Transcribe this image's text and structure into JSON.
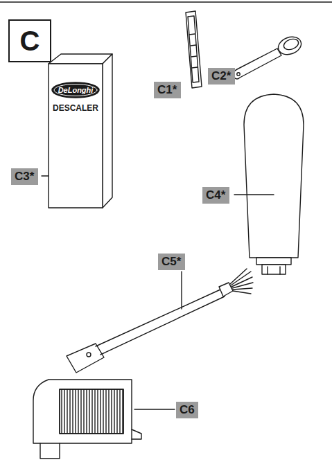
{
  "diagram": {
    "nodes": [
      {
        "text": [
          "C"
        ]
      },
      {
        "text": [
          "C1*"
        ]
      },
      {
        "text": [
          "C2*"
        ]
      },
      {
        "text": [
          "C3*"
        ]
      },
      {
        "text": [
          "C4*"
        ]
      },
      {
        "text": [
          "C5*"
        ]
      },
      {
        "text": [
          "C6"
        ]
      }
    ],
    "labels": [
      "DeLonghi",
      "DESCALER"
    ]
  }
}
